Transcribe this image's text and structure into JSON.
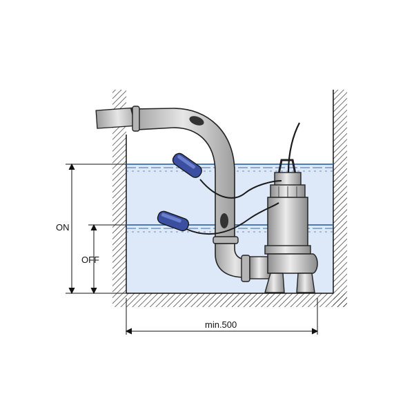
{
  "labels": {
    "on": "ON",
    "off": "OFF",
    "width": "min.500"
  },
  "colors": {
    "water": "#dde9f8",
    "water_line": "#3a6aa8",
    "pipe": "#c9c9c9",
    "pump": "#c8c8c8",
    "float": "#3b4fa0",
    "cable": "#1a1a1a",
    "line": "#111111"
  }
}
